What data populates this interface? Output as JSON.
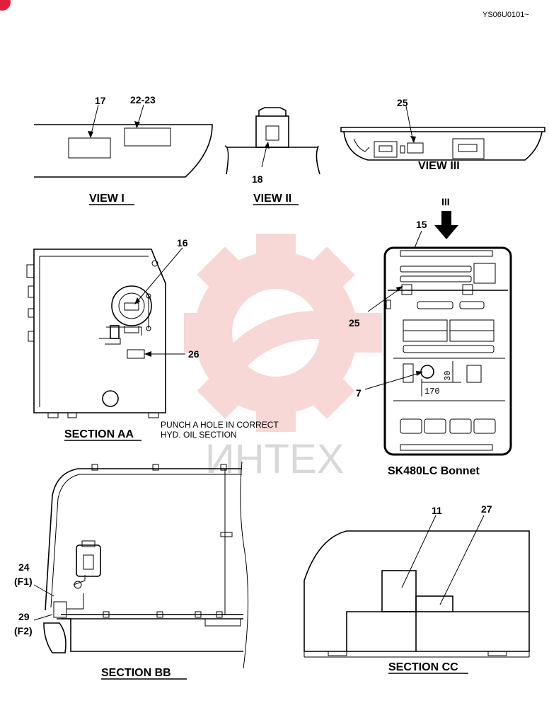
{
  "doc_code": "YS06U0101~",
  "watermark": "ИНТЕХ",
  "colors": {
    "watermark": "#f4b8b8",
    "corner_badge": "#e0203a",
    "line": "#000000"
  },
  "views": {
    "view1": {
      "caption": "VIEW I",
      "labels": [
        "17",
        "22-23"
      ]
    },
    "view2": {
      "caption": "VIEW II",
      "labels": [
        "18"
      ]
    },
    "view3": {
      "caption": "VIEW III",
      "labels": [
        "25"
      ]
    }
  },
  "section_aa": {
    "caption": "SECTION AA",
    "labels": [
      "16",
      "26"
    ],
    "note_line1": "PUNCH A HOLE IN CORRECT",
    "note_line2": "HYD. OIL SECTION"
  },
  "bonnet": {
    "caption": "SK480LC Bonnet",
    "arrow_label": "III",
    "labels": [
      "15",
      "25",
      "7"
    ],
    "dim_170": "170",
    "dim_30": "30"
  },
  "section_bb": {
    "caption": "SECTION BB",
    "labels": [
      "24",
      "(F1)",
      "29",
      "(F2)"
    ]
  },
  "section_cc": {
    "caption": "SECTION CC",
    "labels": [
      "11",
      "27"
    ]
  }
}
